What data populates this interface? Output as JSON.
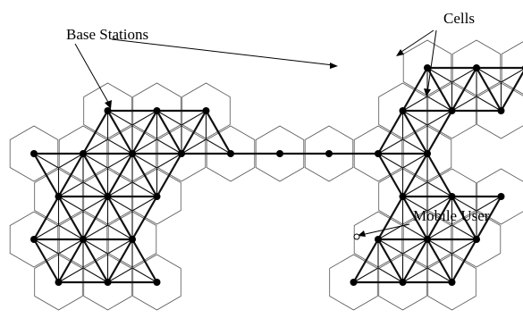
{
  "labels": {
    "base_stations": "Base Stations",
    "cells": "Cells",
    "mobile_user": "Mobile User"
  }
}
